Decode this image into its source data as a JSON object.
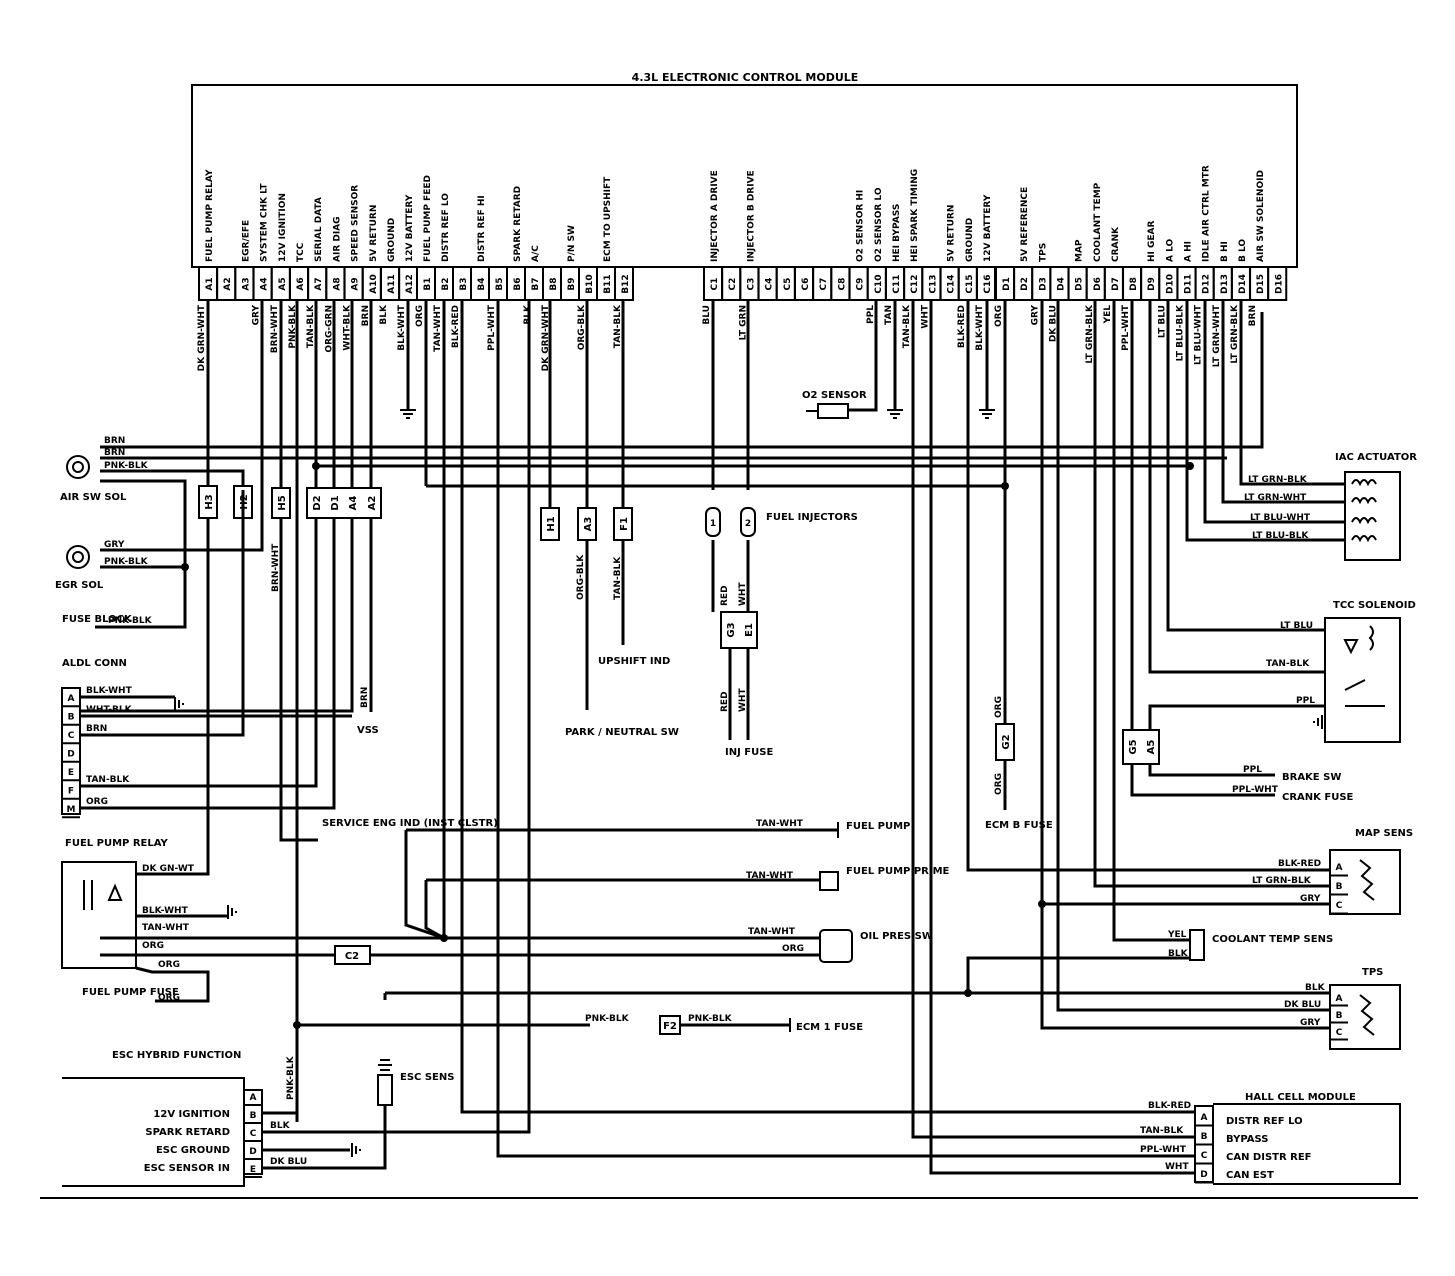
{
  "ecm": {
    "title": "4.3L ELECTRONIC CONTROL MODULE",
    "pins": [
      {
        "pin": "A1",
        "label": "FUEL PUMP RELAY"
      },
      {
        "pin": "A2",
        "label": ""
      },
      {
        "pin": "A3",
        "label": "EGR/EFE"
      },
      {
        "pin": "A4",
        "label": "SYSTEM CHK LT"
      },
      {
        "pin": "A5",
        "label": "12V IGNITION"
      },
      {
        "pin": "A6",
        "label": "TCC"
      },
      {
        "pin": "A7",
        "label": "SERIAL DATA"
      },
      {
        "pin": "A8",
        "label": "AIR DIAG"
      },
      {
        "pin": "A9",
        "label": "SPEED SENSOR"
      },
      {
        "pin": "A10",
        "label": "5V RETURN"
      },
      {
        "pin": "A11",
        "label": "GROUND"
      },
      {
        "pin": "A12",
        "label": "12V BATTERY"
      },
      {
        "pin": "B1",
        "label": "FUEL PUMP FEED"
      },
      {
        "pin": "B2",
        "label": "DISTR REF LO"
      },
      {
        "pin": "B3",
        "label": ""
      },
      {
        "pin": "B4",
        "label": "DISTR REF HI"
      },
      {
        "pin": "B5",
        "label": ""
      },
      {
        "pin": "B6",
        "label": "SPARK RETARD"
      },
      {
        "pin": "B7",
        "label": "A/C"
      },
      {
        "pin": "B8",
        "label": ""
      },
      {
        "pin": "B9",
        "label": "P/N SW"
      },
      {
        "pin": "B10",
        "label": ""
      },
      {
        "pin": "B11",
        "label": "ECM TO UPSHIFT"
      },
      {
        "pin": "B12",
        "label": ""
      },
      {
        "pin": "C1",
        "label": "INJECTOR A DRIVE"
      },
      {
        "pin": "C2",
        "label": ""
      },
      {
        "pin": "C3",
        "label": "INJECTOR B DRIVE"
      },
      {
        "pin": "C4",
        "label": ""
      },
      {
        "pin": "C5",
        "label": ""
      },
      {
        "pin": "C6",
        "label": ""
      },
      {
        "pin": "C7",
        "label": ""
      },
      {
        "pin": "C8",
        "label": ""
      },
      {
        "pin": "C9",
        "label": "O2 SENSOR HI"
      },
      {
        "pin": "C10",
        "label": "O2 SENSOR LO"
      },
      {
        "pin": "C11",
        "label": "HEI BYPASS"
      },
      {
        "pin": "C12",
        "label": "HEI SPARK TIMING"
      },
      {
        "pin": "C13",
        "label": ""
      },
      {
        "pin": "C14",
        "label": "5V RETURN"
      },
      {
        "pin": "C15",
        "label": "GROUND"
      },
      {
        "pin": "C16",
        "label": "12V BATTERY"
      },
      {
        "pin": "D1",
        "label": ""
      },
      {
        "pin": "D2",
        "label": "5V REFERENCE"
      },
      {
        "pin": "D3",
        "label": "TPS"
      },
      {
        "pin": "D4",
        "label": ""
      },
      {
        "pin": "D5",
        "label": "MAP"
      },
      {
        "pin": "D6",
        "label": "COOLANT TEMP"
      },
      {
        "pin": "D7",
        "label": "CRANK"
      },
      {
        "pin": "D8",
        "label": ""
      },
      {
        "pin": "D9",
        "label": "HI GEAR"
      },
      {
        "pin": "D10",
        "label": "A LO"
      },
      {
        "pin": "D11",
        "label": "A HI"
      },
      {
        "pin": "D12",
        "label": "IDLE AIR CTRL MTR"
      },
      {
        "pin": "D13",
        "label": "B HI"
      },
      {
        "pin": "D14",
        "label": "B LO"
      },
      {
        "pin": "D15",
        "label": "AIR SW SOLENOID"
      },
      {
        "pin": "D16",
        "label": ""
      }
    ],
    "wire_colors": [
      {
        "pin": "A1",
        "color": "DK GRN-WHT"
      },
      {
        "pin": "A4",
        "color": "GRY"
      },
      {
        "pin": "A5",
        "color": "BRN-WHT"
      },
      {
        "pin": "A6",
        "color": "PNK-BLK"
      },
      {
        "pin": "A7",
        "color": "TAN-BLK"
      },
      {
        "pin": "A8",
        "color": "ORG-GRN"
      },
      {
        "pin": "A9",
        "color": "WHT-BLK"
      },
      {
        "pin": "A10",
        "color": "BRN"
      },
      {
        "pin": "A11",
        "color": "BLK"
      },
      {
        "pin": "A12",
        "color": "BLK-WHT"
      },
      {
        "pin": "B1",
        "color": "ORG"
      },
      {
        "pin": "B2",
        "color": "TAN-WHT"
      },
      {
        "pin": "B3",
        "color": "BLK-RED"
      },
      {
        "pin": "B5",
        "color": "PPL-WHT"
      },
      {
        "pin": "B7",
        "color": "BLK"
      },
      {
        "pin": "B8",
        "color": "DK GRN-WHT"
      },
      {
        "pin": "B10",
        "color": "ORG-BLK"
      },
      {
        "pin": "B12",
        "color": "TAN-BLK"
      },
      {
        "pin": "C1",
        "color": "BLU"
      },
      {
        "pin": "C3",
        "color": "LT GRN"
      },
      {
        "pin": "C10",
        "color": "PPL"
      },
      {
        "pin": "C11",
        "color": "TAN"
      },
      {
        "pin": "C12",
        "color": "TAN-BLK"
      },
      {
        "pin": "C13",
        "color": "WHT"
      },
      {
        "pin": "C15",
        "color": "BLK-RED"
      },
      {
        "pin": "C16",
        "color": "BLK-WHT"
      },
      {
        "pin": "D1",
        "color": "ORG"
      },
      {
        "pin": "D3",
        "color": "GRY"
      },
      {
        "pin": "D4",
        "color": "DK BLU"
      },
      {
        "pin": "D6",
        "color": "LT GRN-BLK"
      },
      {
        "pin": "D7",
        "color": "YEL"
      },
      {
        "pin": "D8",
        "color": "PPL-WHT"
      },
      {
        "pin": "D10",
        "color": "LT BLU"
      },
      {
        "pin": "D11",
        "color": "LT BLU-BLK"
      },
      {
        "pin": "D12",
        "color": "LT BLU-WHT"
      },
      {
        "pin": "D13",
        "color": "LT GRN-WHT"
      },
      {
        "pin": "D14",
        "color": "LT GRN-BLK"
      },
      {
        "pin": "D15",
        "color": "BRN"
      }
    ]
  },
  "connectors": {
    "H3": "H3",
    "H2": "H2",
    "H5": "H5",
    "D2": "D2",
    "D1": "D1",
    "A4": "A4",
    "A2": "A2",
    "H1": "H1",
    "A3": "A3",
    "F1": "F1",
    "G3": "G3",
    "E1": "E1",
    "G2": "G2",
    "G5": "G5",
    "A5": "A5",
    "C2": "C2",
    "F2": "F2"
  },
  "components": {
    "air_sw_sol": "AIR SW SOL",
    "egr_sol": "EGR SOL",
    "fuse_block": "FUSE BLOCK",
    "aldl": "ALDL CONN",
    "aldl_pins": [
      "A",
      "B",
      "C",
      "D",
      "E",
      "F",
      "M"
    ],
    "vss": "VSS",
    "fuel_pump_relay": "FUEL PUMP RELAY",
    "fuel_pump_fuse": "FUEL PUMP FUSE",
    "service_eng": "SERVICE ENG IND (INST CLSTR)",
    "o2_sensor": "O2 SENSOR",
    "fuel_injectors": "FUEL INJECTORS",
    "injector_1": "1",
    "injector_2": "2",
    "upshift_ind": "UPSHIFT IND",
    "park_neutral": "PARK / NEUTRAL SW",
    "inj_fuse": "INJ FUSE",
    "iac": "IAC ACTUATOR",
    "tcc": "TCC SOLENOID",
    "brake_sw": "BRAKE SW",
    "crank_fuse": "CRANK FUSE",
    "ecm_b_fuse": "ECM B FUSE",
    "map": "MAP SENS",
    "coolant": "COOLANT TEMP SENS",
    "tps": "TPS",
    "fuel_pump": "FUEL PUMP",
    "fuel_pump_prime": "FUEL PUMP PRIME",
    "oil_pres": "OIL PRES SW",
    "ecm1_fuse": "ECM 1 FUSE",
    "esc_sens": "ESC SENS",
    "esc_hybrid": "ESC HYBRID FUNCTION",
    "esc_lines": [
      "12V IGNITION",
      "SPARK RETARD",
      "ESC GROUND",
      "ESC SENSOR IN"
    ],
    "esc_pins": [
      "A",
      "B",
      "C",
      "D",
      "E"
    ],
    "hall": "HALL CELL MODULE",
    "hall_lines": [
      "DISTR REF LO",
      "BYPASS",
      "CAN DISTR REF",
      "CAN EST"
    ],
    "hall_pins": [
      "A",
      "B",
      "C",
      "D"
    ],
    "map_pins": [
      "A",
      "B",
      "C"
    ],
    "tps_pins": [
      "A",
      "B",
      "C"
    ]
  },
  "wire_labels": {
    "brn": "BRN",
    "brn2": "BRN",
    "pnk_blk": "PNK-BLK",
    "gry": "GRY",
    "pnk_blk2": "PNK-BLK",
    "pnk_blk3": "PNK-BLK",
    "brn_wht": "BRN-WHT",
    "blk_wht": "BLK-WHT",
    "wht_blk": "WHT-BLK",
    "brn3": "BRN",
    "tan_blk": "TAN-BLK",
    "org": "ORG",
    "dk_gn_wt": "DK GN-WT",
    "blk_wht2": "BLK-WHT",
    "tan_wht": "TAN-WHT",
    "org2": "ORG",
    "org3": "ORG",
    "org4": "ORG",
    "org_blk": "ORG-BLK",
    "tan_blk2": "TAN-BLK",
    "red": "RED",
    "wht": "WHT",
    "red2": "RED",
    "wht2": "WHT",
    "lt_grn_blk": "LT GRN-BLK",
    "lt_grn_wht": "LT GRN-WHT",
    "lt_blu_wht": "LT BLU-WHT",
    "lt_blu_blk": "LT BLU-BLK",
    "lt_blu": "LT BLU",
    "tan_blk3": "TAN-BLK",
    "ppl": "PPL",
    "ppl2": "PPL",
    "ppl_wht": "PPL-WHT",
    "org5": "ORG",
    "org6": "ORG",
    "blk_red": "BLK-RED",
    "lt_grn_blk2": "LT GRN-BLK",
    "gry2": "GRY",
    "yel": "YEL",
    "blk": "BLK",
    "blk2": "BLK",
    "dk_blu": "DK BLU",
    "gry3": "GRY",
    "tan_wht2": "TAN-WHT",
    "tan_wht3": "TAN-WHT",
    "tan_wht4": "TAN-WHT",
    "org7": "ORG",
    "pnk_blk4": "PNK-BLK",
    "pnk_blk5": "PNK-BLK",
    "pnk_blk6": "PNK-BLK",
    "blk3": "BLK",
    "brn4": "BRN",
    "dk_blu2": "DK BLU",
    "blk_red2": "BLK-RED",
    "tan_blk4": "TAN-BLK",
    "ppl_wht2": "PPL-WHT",
    "wht3": "WHT"
  }
}
